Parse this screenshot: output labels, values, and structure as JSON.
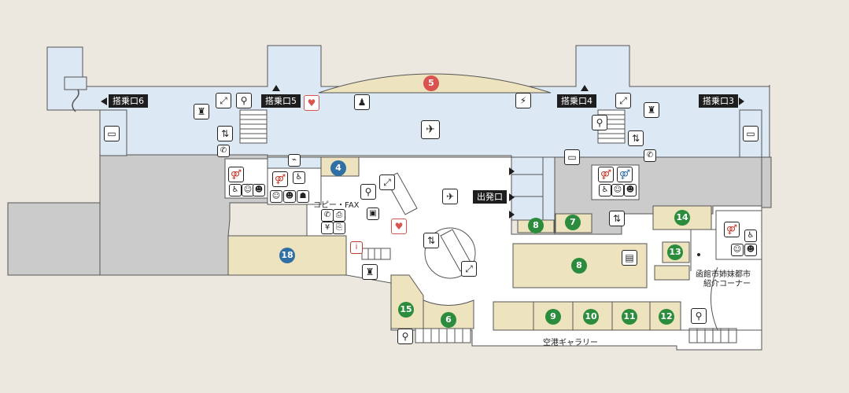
{
  "colors": {
    "background": "#ece8df",
    "gate_area": "#dce8f4",
    "shop": "#eee3bf",
    "restricted": "#cbcbcb",
    "badge_red": "#d9534f",
    "badge_blue": "#2f6fa3",
    "badge_green": "#2a8c3c"
  },
  "gates": [
    "搭乗口6",
    "搭乗口5",
    "搭乗口4",
    "搭乗口3"
  ],
  "departure_exit": "出発口",
  "labels": {
    "copy_fax": "コピー・FAX",
    "sister_cities_line1": "函館市姉妹都市",
    "sister_cities_line2": "紹介コーナー",
    "gallery": "空港ギャラリー"
  },
  "shops": {
    "s4": "4",
    "s5": "5",
    "s6": "6",
    "s7": "7",
    "s8a": "8",
    "s8b": "8",
    "s9": "9",
    "s10": "10",
    "s11": "11",
    "s12": "12",
    "s13": "13",
    "s14": "14",
    "s15": "15",
    "s18": "18"
  },
  "icons": {
    "info": "i",
    "aed": "AED heart icon",
    "escalator": "escalator icon",
    "stairs": "stairs icon",
    "elevator": "elevator icon",
    "restroom": "restroom icon",
    "lounge": "lounge icon",
    "computer": "computer icon",
    "phone": "phone icon",
    "airplane": "airplane icon"
  }
}
